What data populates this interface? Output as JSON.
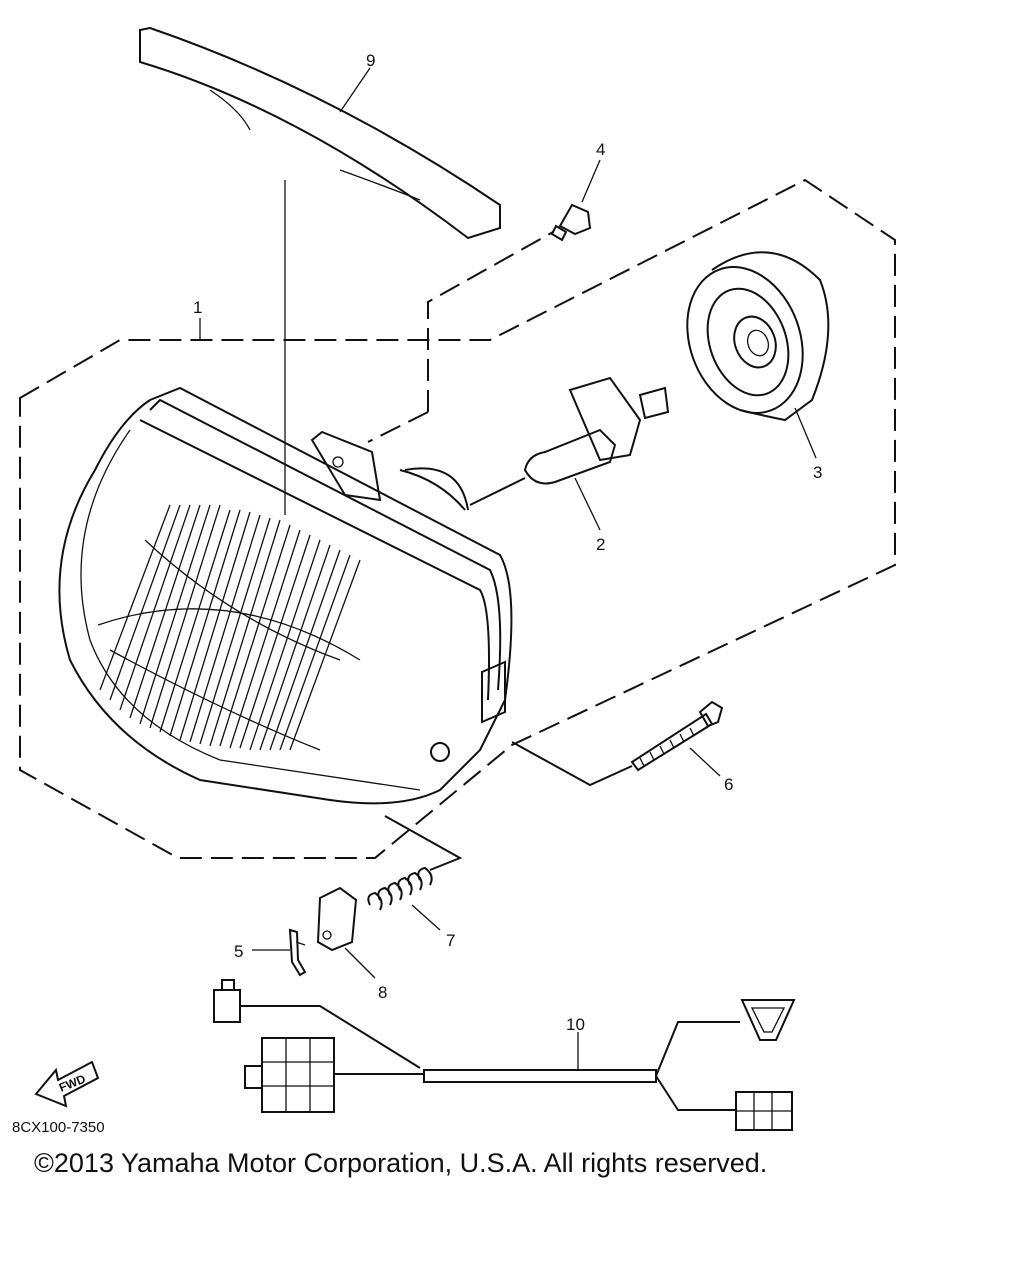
{
  "diagram": {
    "callouts": [
      {
        "id": "1",
        "label": "1"
      },
      {
        "id": "2",
        "label": "2"
      },
      {
        "id": "3",
        "label": "3"
      },
      {
        "id": "4",
        "label": "4"
      },
      {
        "id": "5",
        "label": "5"
      },
      {
        "id": "6",
        "label": "6"
      },
      {
        "id": "7",
        "label": "7"
      },
      {
        "id": "8",
        "label": "8"
      },
      {
        "id": "9",
        "label": "9"
      },
      {
        "id": "10",
        "label": "10"
      }
    ],
    "direction_arrow": "FWD",
    "drawing_code": "8CX100-7350"
  },
  "footer": {
    "copyright": "©2013 Yamaha Motor Corporation, U.S.A. All rights reserved."
  }
}
